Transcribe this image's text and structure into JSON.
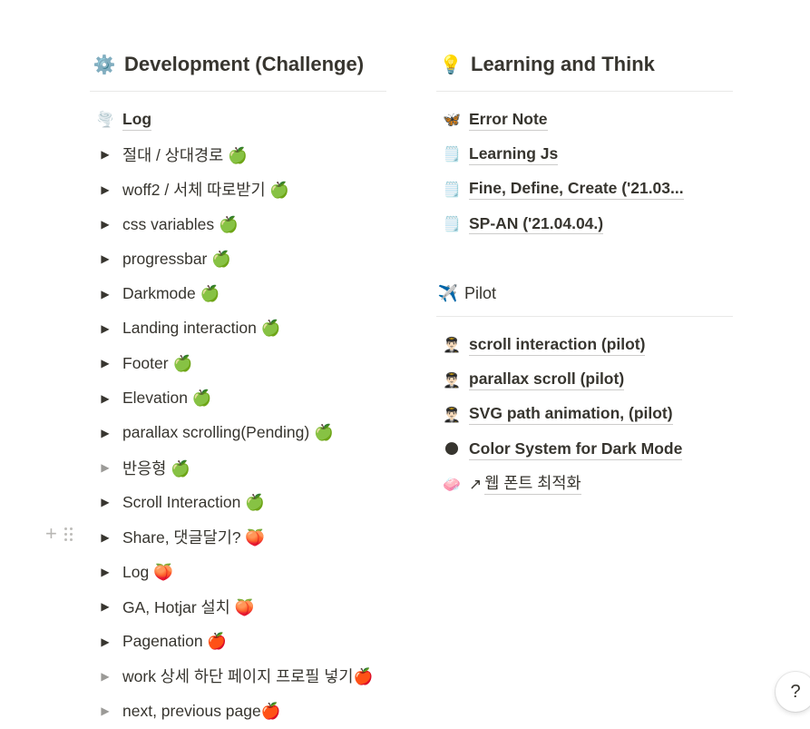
{
  "left": {
    "heading": {
      "icon": "⚙️",
      "icon_name": "gear-icon",
      "title": "Development (Challenge)"
    },
    "log_page": {
      "icon": "🌪️",
      "icon_name": "tornado-icon",
      "label": "Log"
    },
    "toggles": [
      {
        "label": "절대 / 상대경로 🍏",
        "status": "done"
      },
      {
        "label": "woff2 / 서체 따로받기 🍏",
        "status": "done"
      },
      {
        "label": "css variables 🍏",
        "status": "done"
      },
      {
        "label": "progressbar 🍏",
        "status": "done"
      },
      {
        "label": "Darkmode 🍏",
        "status": "done"
      },
      {
        "label": "Landing interaction 🍏",
        "status": "done"
      },
      {
        "label": "Footer 🍏",
        "status": "done"
      },
      {
        "label": "Elevation 🍏",
        "status": "done"
      },
      {
        "label": "parallax scrolling(Pending) 🍏",
        "status": "done"
      },
      {
        "label": "반응형 🍏",
        "status": "empty"
      },
      {
        "label": "Scroll Interaction  🍏",
        "status": "done"
      },
      {
        "label": "Share, 댓글달기? 🍑",
        "status": "done"
      },
      {
        "label": "Log 🍑",
        "status": "done"
      },
      {
        "label": "GA, Hotjar 설치 🍑",
        "status": "done"
      },
      {
        "label": "Pagenation 🍎",
        "status": "done"
      },
      {
        "label": "work 상세 하단 페이지 프로필 넣기🍎",
        "status": "empty"
      },
      {
        "label": "next, previous page🍎",
        "status": "empty"
      }
    ]
  },
  "right": {
    "heading": {
      "icon": "💡",
      "icon_name": "lightbulb-icon",
      "title": "Learning and Think"
    },
    "learning_pages": [
      {
        "icon": "🦋",
        "icon_name": "butterfly-icon",
        "label": "Error Note"
      },
      {
        "icon": "🗒️",
        "icon_name": "notepad-icon",
        "label": "Learning Js"
      },
      {
        "icon": "🗒️",
        "icon_name": "notepad-icon",
        "label": "Fine, Define, Create ('21.03..."
      },
      {
        "icon": "🗒️",
        "icon_name": "notepad-icon",
        "label": "SP-AN ('21.04.04.)"
      }
    ],
    "pilot_heading": {
      "icon": "✈️",
      "icon_name": "airplane-icon",
      "title": "Pilot"
    },
    "pilot_pages": [
      {
        "icon": "👨🏻‍✈️",
        "icon_name": "pilot-icon",
        "label": "scroll interaction (pilot)"
      },
      {
        "icon": "👨🏻‍✈️",
        "icon_name": "pilot-icon",
        "label": "parallax scroll (pilot)"
      },
      {
        "icon": "👨🏻‍✈️",
        "icon_name": "pilot-icon",
        "label": "SVG path animation, (pilot)"
      },
      {
        "icon": "🌑",
        "icon_name": "dark-circle-icon",
        "label": "Color System for Dark Mode"
      }
    ],
    "external_link": {
      "icon": "🧼",
      "icon_name": "soap-icon",
      "arrow": "↗",
      "label": "웹 폰트 최적화"
    }
  },
  "block_controls": {
    "plus": "+"
  },
  "help": {
    "label": "?"
  },
  "colors": {
    "text": "#37352f",
    "muted": "#9b9a97",
    "divider": "#e9e9e7"
  }
}
